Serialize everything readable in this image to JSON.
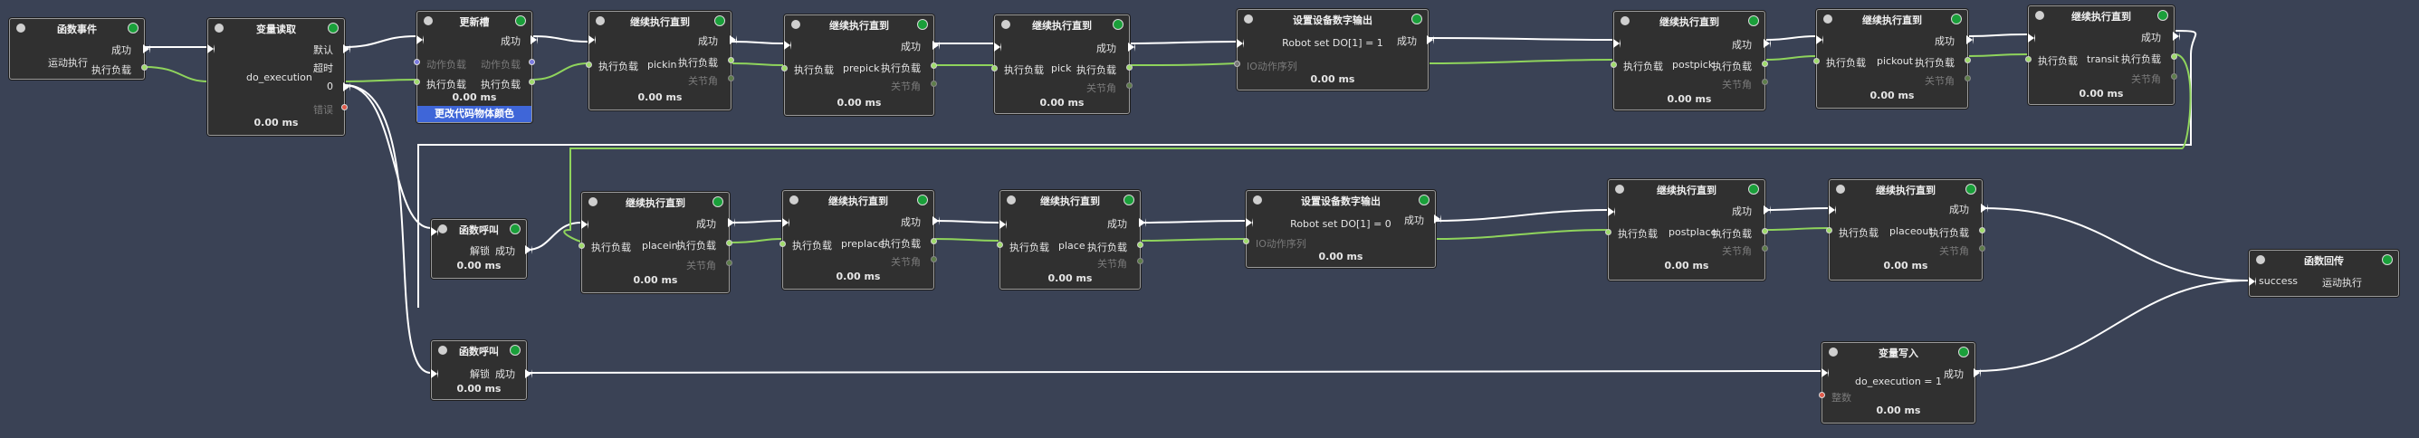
{
  "colors": {
    "background": "#3a4255",
    "wire_flow": "#ffffff",
    "wire_data": "#8fd45c",
    "node_bg": "#303030",
    "status_ok": "#1a9f3a",
    "highlight": "#3f66d8"
  },
  "nodes": {
    "func_event": {
      "title": "函数事件",
      "out_success": "成功",
      "out_label": "运动执行",
      "out_payload": "执行负载"
    },
    "var_read": {
      "title": "变量读取",
      "default": "默认",
      "timeout": "超时",
      "var_name": "do_execution",
      "value": "0",
      "error": "错误",
      "time": "0.00 ms"
    },
    "update": {
      "title": "更新槽",
      "success": "成功",
      "action_in": "动作负载",
      "action_out": "动作负载",
      "exec_in": "执行负载",
      "exec_out": "执行负载",
      "time": "0.00 ms",
      "footer": "更改代码物体颜色"
    },
    "pickin": {
      "title": "继续执行直到",
      "success": "成功",
      "payload_in": "执行负载",
      "name": "pickin",
      "payload_out": "执行负载",
      "joint": "关节角",
      "time": "0.00 ms"
    },
    "prepick": {
      "title": "继续执行直到",
      "success": "成功",
      "payload_in": "执行负载",
      "name": "prepick",
      "payload_out": "执行负载",
      "joint": "关节角",
      "time": "0.00 ms"
    },
    "pick": {
      "title": "继续执行直到",
      "success": "成功",
      "payload_in": "执行负载",
      "name": "pick",
      "payload_out": "执行负载",
      "joint": "关节角",
      "time": "0.00 ms"
    },
    "do1": {
      "title": "设置设备数字输出",
      "success": "成功",
      "text": "Robot set DO[1] = 1",
      "io_label": "IO动作序列",
      "time": "0.00 ms"
    },
    "postpick": {
      "title": "继续执行直到",
      "success": "成功",
      "payload_in": "执行负载",
      "name": "postpick",
      "payload_out": "执行负载",
      "joint": "关节角",
      "time": "0.00 ms"
    },
    "pickout": {
      "title": "继续执行直到",
      "success": "成功",
      "payload_in": "执行负载",
      "name": "pickout",
      "payload_out": "执行负载",
      "joint": "关节角",
      "time": "0.00 ms"
    },
    "transit": {
      "title": "继续执行直到",
      "success": "成功",
      "payload_in": "执行负载",
      "name": "transit",
      "payload_out": "执行负载",
      "joint": "关节角",
      "time": "0.00 ms"
    },
    "call1": {
      "title": "函数呼叫",
      "unlock": "解锁",
      "success": "成功",
      "time": "0.00 ms"
    },
    "placein": {
      "title": "继续执行直到",
      "success": "成功",
      "payload_in": "执行负载",
      "name": "placein",
      "payload_out": "执行负载",
      "joint": "关节角",
      "time": "0.00 ms"
    },
    "preplace": {
      "title": "继续执行直到",
      "success": "成功",
      "payload_in": "执行负载",
      "name": "preplace",
      "payload_out": "执行负载",
      "joint": "关节角",
      "time": "0.00 ms"
    },
    "place": {
      "title": "继续执行直到",
      "success": "成功",
      "payload_in": "执行负载",
      "name": "place",
      "payload_out": "执行负载",
      "joint": "关节角",
      "time": "0.00 ms"
    },
    "do0": {
      "title": "设置设备数字输出",
      "success": "成功",
      "text": "Robot set DO[1] = 0",
      "io_label": "IO动作序列",
      "time": "0.00 ms"
    },
    "postplace": {
      "title": "继续执行直到",
      "success": "成功",
      "payload_in": "执行负载",
      "name": "postplace",
      "payload_out": "执行负载",
      "joint": "关节角",
      "time": "0.00 ms"
    },
    "placeout": {
      "title": "继续执行直到",
      "success": "成功",
      "payload_in": "执行负载",
      "name": "placeout",
      "payload_out": "执行负载",
      "joint": "关节角",
      "time": "0.00 ms"
    },
    "func_return": {
      "title": "函数回传",
      "success": "success",
      "exec": "运动执行"
    },
    "call2": {
      "title": "函数呼叫",
      "unlock": "解锁",
      "success": "成功",
      "time": "0.00 ms"
    },
    "var_write": {
      "title": "变量写入",
      "success": "成功",
      "text": "do_execution = 1",
      "error": "整数",
      "time": "0.00 ms"
    }
  }
}
